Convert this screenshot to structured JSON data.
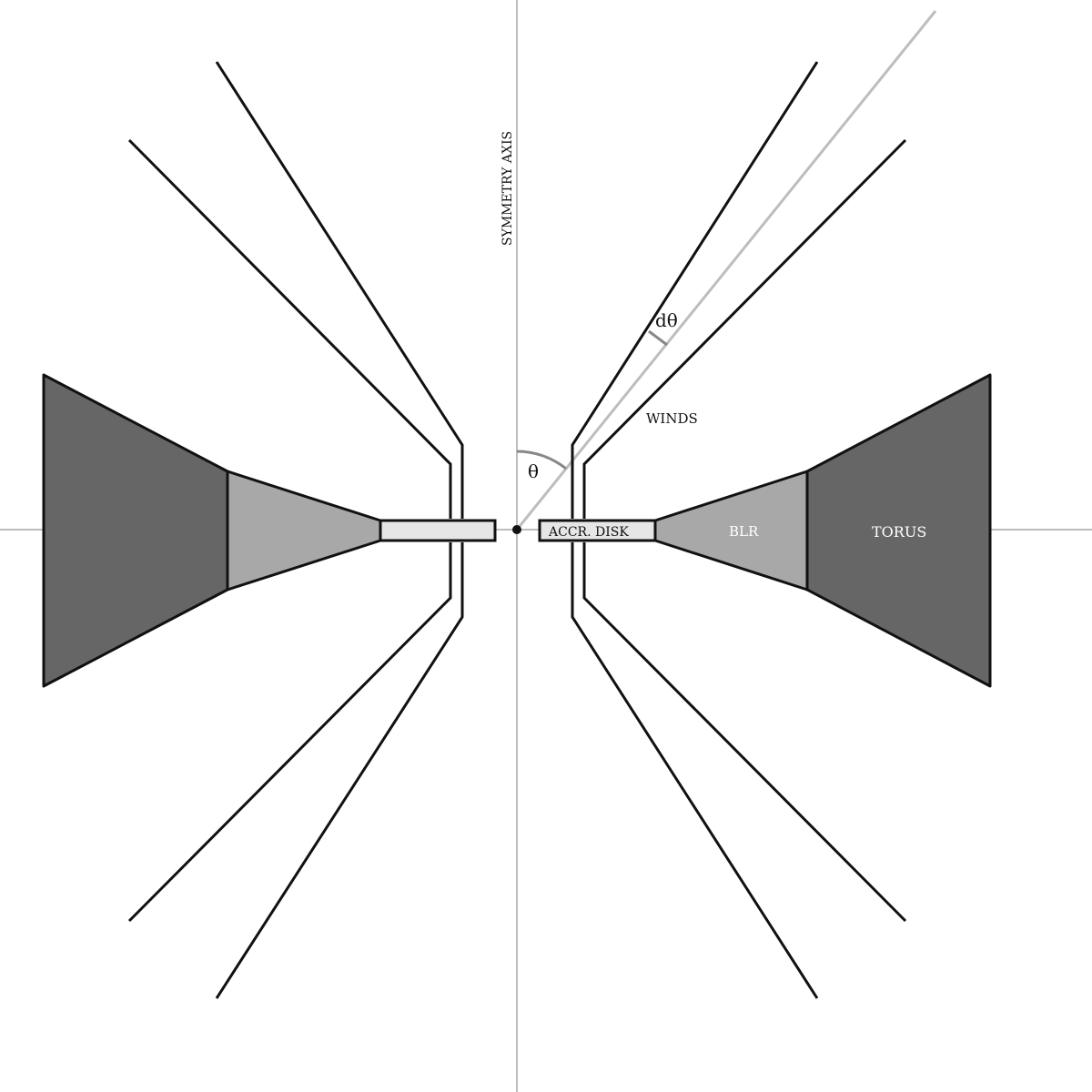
{
  "labels": {
    "symmetry_axis": "SYMMETRY AXIS",
    "theta": "θ",
    "dtheta": "dθ",
    "winds": "WINDS",
    "accr_disk": "ACCR. DISK",
    "blr": "BLR",
    "torus": "TORUS"
  },
  "colors": {
    "background": "#ffffff",
    "axis": "#bdbdbd",
    "outline": "#111111",
    "torus_fill": "#666666",
    "blr_fill": "#a8a8a8",
    "disk_fill": "#e6e6e6",
    "angle_arc": "#888888",
    "light_label": "#ffffff",
    "dark_label": "#111111"
  }
}
